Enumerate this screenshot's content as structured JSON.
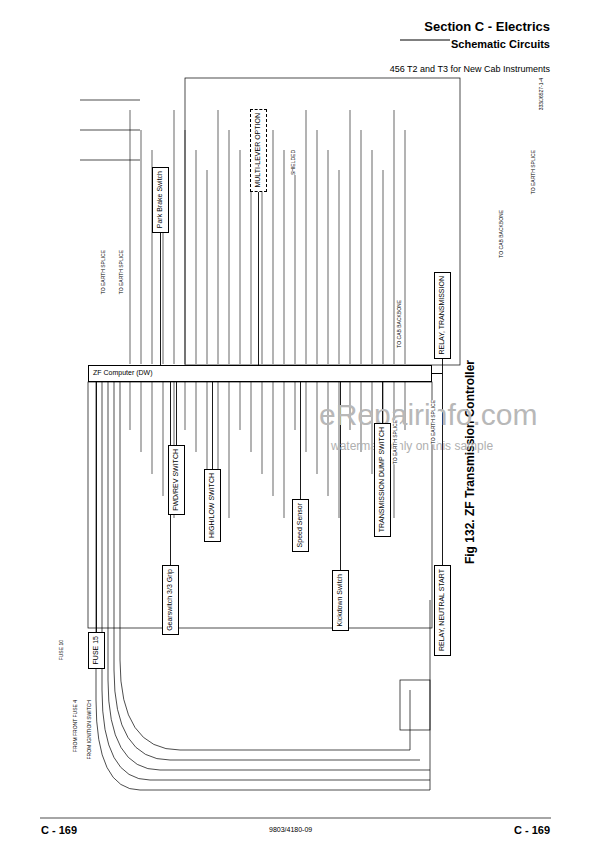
{
  "diagram": {
    "title": "Section C - Electrics",
    "caption": "Fig 132. ZF Transmission Controller",
    "nodes": [
      {
        "text": [
          "ZF Computer (DW)"
        ]
      },
      {
        "text": [
          "Gearswitch 3/3 Grip"
        ]
      },
      {
        "text": [
          "MULTI-LEVER OPTION"
        ]
      },
      {
        "text": [
          "FWD/REV SWITCH"
        ]
      },
      {
        "text": [
          "HIGH/LOW SWITCH"
        ]
      },
      {
        "text": [
          "RELAY, TRANSMISSION"
        ]
      },
      {
        "text": [
          "Speed Sensor"
        ]
      },
      {
        "text": [
          "Park Brake Switch"
        ]
      },
      {
        "text": [
          "TRANSMISSION DUMP SWITCH"
        ]
      },
      {
        "text": [
          "FUSE 15"
        ]
      },
      {
        "text": [
          "RELAY, NEUTRAL START"
        ]
      },
      {
        "text": [
          "Kickdown Switch"
        ]
      }
    ],
    "edges": [
      {
        "from": 1,
        "to": 0,
        "arrow": "none"
      },
      {
        "from": 2,
        "to": 0,
        "arrow": "none"
      },
      {
        "from": 3,
        "to": 0,
        "arrow": "none"
      },
      {
        "from": 4,
        "to": 0,
        "arrow": "none"
      },
      {
        "from": 5,
        "to": 0,
        "arrow": "none"
      },
      {
        "from": 6,
        "to": 0,
        "arrow": "none"
      },
      {
        "from": 7,
        "to": 0,
        "arrow": "none"
      },
      {
        "from": 8,
        "to": 0,
        "arrow": "none"
      },
      {
        "from": 9,
        "to": 0,
        "arrow": "none"
      },
      {
        "from": 10,
        "to": 0,
        "arrow": "none"
      },
      {
        "from": 11,
        "to": 0,
        "arrow": "none"
      }
    ],
    "labels": [
      "Schematic Circuits",
      "456 T2 and T3 for New Cab Instruments",
      "C - 169",
      "9803/4180-09",
      "C - 169",
      "333/J6527-1-4",
      "eRepairinfo.com",
      "watermark only on this sample",
      "TO EARTH SPLICE",
      "TO EARTH SPLICE",
      "TO EARTH SPLICE",
      "TO EARTH SPLICE",
      "FROM IGNITION SWITCH",
      "FROM FRONT FUSE 4",
      "FUSE 10",
      "TO CAB BACKBONE",
      "TO CAB BACKBONE",
      "SHIELDED",
      "TO EARTH SPLICE"
    ]
  }
}
